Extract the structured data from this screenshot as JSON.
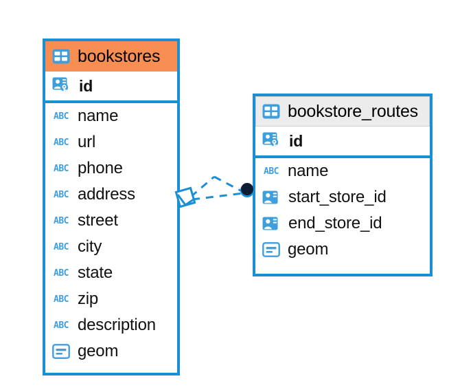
{
  "diagram": {
    "type": "entity-relationship-diagram",
    "background_color": "#FFFFFF",
    "accent_color": "#1B8FD4",
    "highlight_color": "#F98E53",
    "header_grey_color": "#ECECEC",
    "entities": [
      {
        "name": "bookstores",
        "header_style": "highlighted",
        "icon": "table-icon",
        "fields": [
          {
            "label": "id",
            "icon": "primary-key-icon",
            "key": "primary"
          },
          {
            "label": "name",
            "icon": "text-abc-icon",
            "key": "none"
          },
          {
            "label": "url",
            "icon": "text-abc-icon",
            "key": "none"
          },
          {
            "label": "phone",
            "icon": "text-abc-icon",
            "key": "none"
          },
          {
            "label": "address",
            "icon": "text-abc-icon",
            "key": "none"
          },
          {
            "label": "street",
            "icon": "text-abc-icon",
            "key": "none"
          },
          {
            "label": "city",
            "icon": "text-abc-icon",
            "key": "none"
          },
          {
            "label": "state",
            "icon": "text-abc-icon",
            "key": "none"
          },
          {
            "label": "zip",
            "icon": "text-abc-icon",
            "key": "none"
          },
          {
            "label": "description",
            "icon": "text-abc-icon",
            "key": "none"
          },
          {
            "label": "geom",
            "icon": "geometry-icon",
            "key": "none"
          }
        ]
      },
      {
        "name": "bookstore_routes",
        "header_style": "default",
        "icon": "table-icon",
        "fields": [
          {
            "label": "id",
            "icon": "primary-key-icon",
            "key": "primary"
          },
          {
            "label": "name",
            "icon": "text-abc-icon",
            "key": "none"
          },
          {
            "label": "start_store_id",
            "icon": "foreign-key-icon",
            "key": "foreign"
          },
          {
            "label": "end_store_id",
            "icon": "foreign-key-icon",
            "key": "foreign"
          },
          {
            "label": "geom",
            "icon": "geometry-icon",
            "key": "none"
          }
        ]
      }
    ],
    "relationship": {
      "name": "bookstores-to-bookstore-routes",
      "line_style": "dashed",
      "line_color": "#1B8FD4",
      "source_endpoint": "diamond",
      "target_endpoint": "filled-circle",
      "target_endpoint_color": "#0D1B33"
    }
  }
}
